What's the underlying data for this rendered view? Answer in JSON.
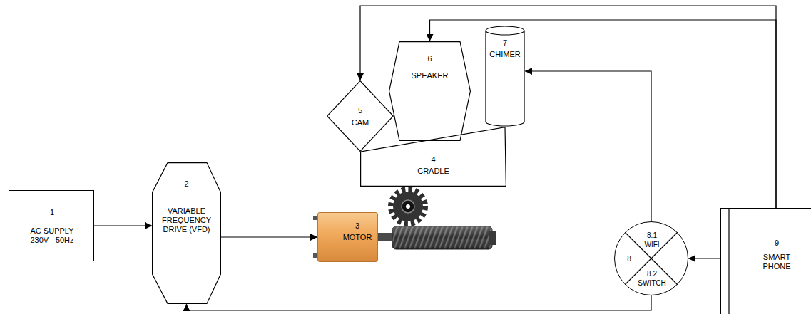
{
  "diagram": {
    "nodes": [
      {
        "text": [
          "1",
          "AC SUPPLY 230V - 50Hz"
        ]
      },
      {
        "text": [
          "2",
          "VARIABLE FREQUENCY DRIVE (VFD)"
        ]
      },
      {
        "text": [
          "3",
          "MOTOR"
        ]
      },
      {
        "text": [
          "5",
          "CAM"
        ]
      },
      {
        "text": [
          "6",
          "SPEAKER"
        ]
      },
      {
        "text": [
          "7",
          "CHIMER"
        ]
      },
      {
        "text": [
          "4",
          "CRADLE"
        ]
      },
      {
        "text": [
          "8.1 WIFI",
          "8",
          "8.2 SWITCH"
        ]
      },
      {
        "text": [
          "9",
          "SMART PHONE"
        ]
      }
    ],
    "edges": [
      {
        "from": 0,
        "to": 1,
        "arrow": "to"
      },
      {
        "from": 1,
        "to": 2,
        "arrow": "to"
      },
      {
        "from": 8,
        "to": 7,
        "arrow": "to"
      },
      {
        "from": 8,
        "to": 3,
        "arrow": "to"
      },
      {
        "from": 8,
        "to": 4,
        "arrow": "to"
      },
      {
        "from": 7,
        "to": 5,
        "arrow": "to"
      },
      {
        "from": 7,
        "to": 1,
        "arrow": "to"
      }
    ]
  }
}
